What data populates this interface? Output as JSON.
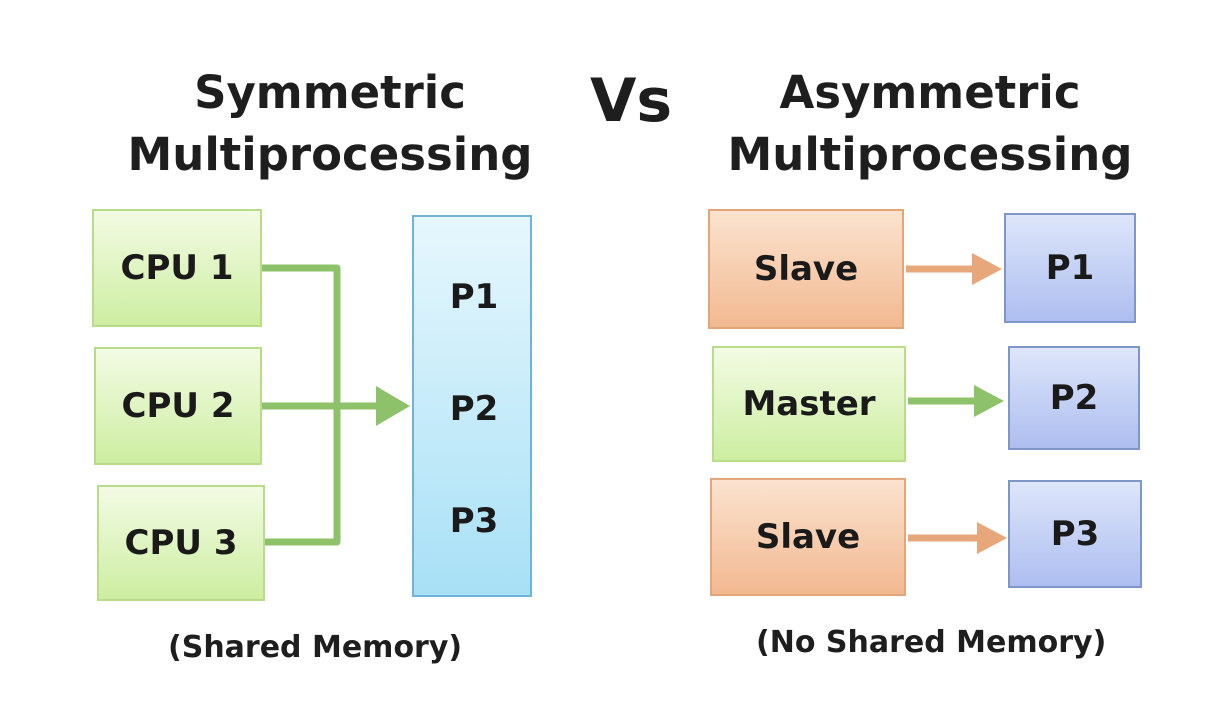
{
  "symmetric": {
    "title_line1": "Symmetric",
    "title_line2": "Multiprocessing",
    "cpus": [
      "CPU 1",
      "CPU 2",
      "CPU 3"
    ],
    "memory_labels": [
      "P1",
      "P2",
      "P3"
    ],
    "caption": "(Shared Memory)"
  },
  "vs_label": "Vs",
  "asymmetric": {
    "title_line1": "Asymmetric",
    "title_line2": "Multiprocessing",
    "rows": [
      {
        "processor": "Slave",
        "memory": "P1"
      },
      {
        "processor": "Master",
        "memory": "P2"
      },
      {
        "processor": "Slave",
        "memory": "P3"
      }
    ],
    "caption": "(No Shared Memory)"
  },
  "colors": {
    "green_arrow": "#8dc26a",
    "orange_arrow": "#e8a77a"
  }
}
